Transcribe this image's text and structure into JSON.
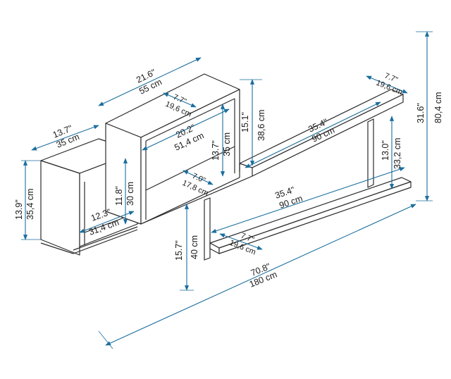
{
  "dims": {
    "top_width_in": "21.6\"",
    "top_width_cm": "55 cm",
    "top_depth_in": "7.7\"",
    "top_depth_cm": "19,6 cm",
    "left_width_in": "13.7\"",
    "left_width_cm": "35 cm",
    "left_height_in": "13.9\"",
    "left_height_cm": "35,4 cm",
    "inner_height_in": "11.8\"",
    "inner_height_cm": "30 cm",
    "inner_width_in": "12.3\"",
    "inner_width_cm": "31,4 cm",
    "mid_width_in": "20.2\"",
    "mid_width_cm": "51,4 cm",
    "mid_height_in": "13.7\"",
    "mid_height_cm": "35 cm",
    "mid_depth_in": "7.0\"",
    "mid_depth_cm": "17,8 cm",
    "gap_in": "15.1\"",
    "gap_cm": "38,6 cm",
    "shelf_len_in": "35.4\"",
    "shelf_len_cm": "90 cm",
    "right_depth_in": "7.7\"",
    "right_depth_cm": "19,6 cm",
    "total_height_in": "31.6\"",
    "total_height_cm": "80,4 cm",
    "upright_height_in": "13.0\"",
    "upright_height_cm": "33,2 cm",
    "low_shelf_in": "35.4\"",
    "low_shelf_cm": "90 cm",
    "low_depth_in": "7.7\"",
    "low_depth_cm": "19,6 cm",
    "low_drop_in": "15.7\"",
    "low_drop_cm": "40 cm",
    "total_width_in": "70.8\"",
    "total_width_cm": "180 cm"
  }
}
